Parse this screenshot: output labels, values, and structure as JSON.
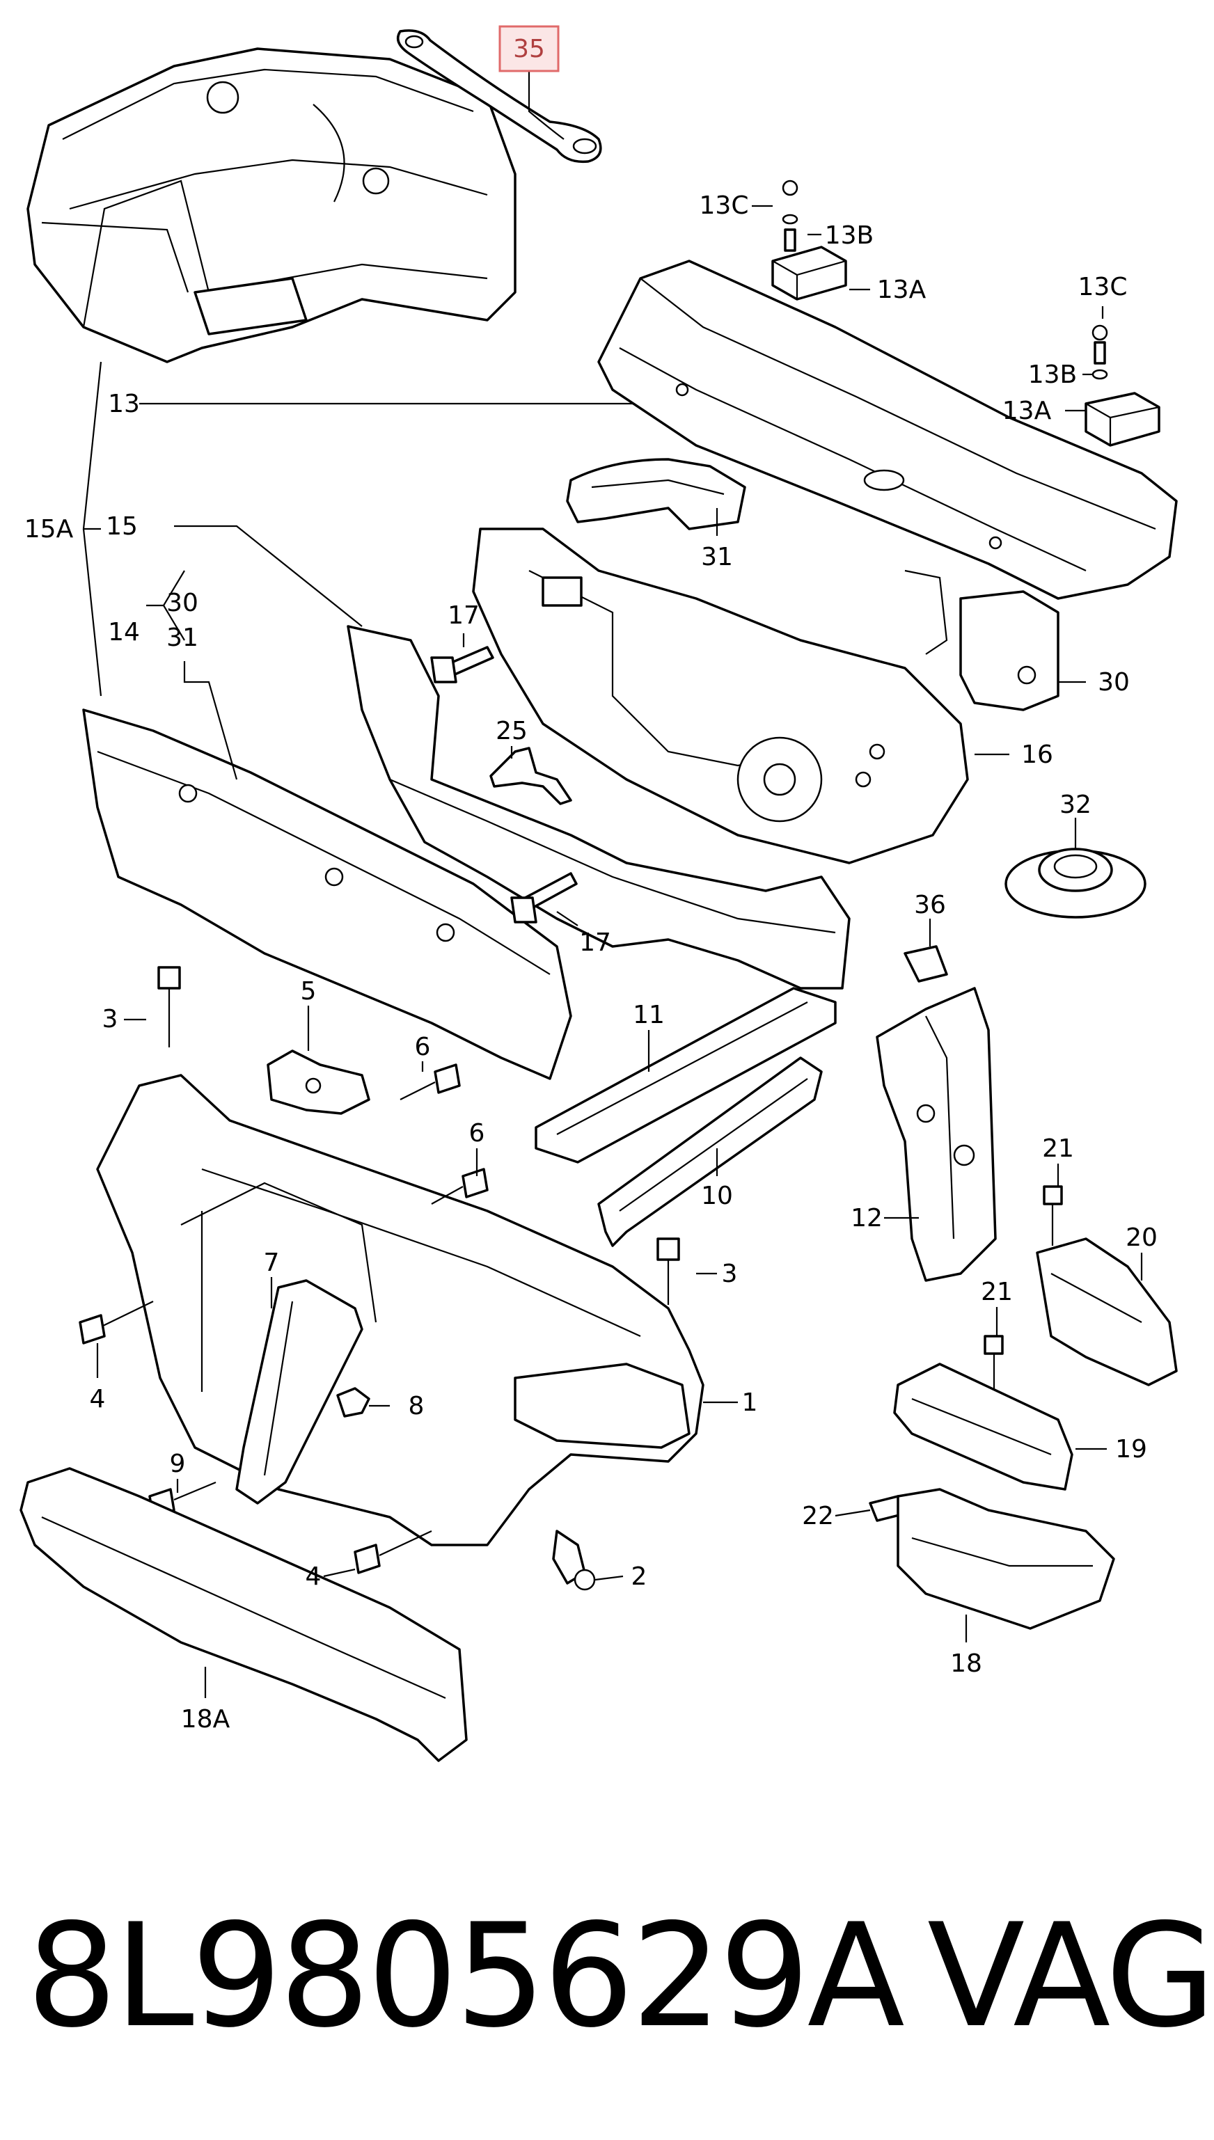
{
  "highlighted_label": "35",
  "callouts": [
    {
      "id": "c35",
      "label": "35"
    },
    {
      "id": "c13c_a",
      "label": "13C"
    },
    {
      "id": "c13b_a",
      "label": "13B"
    },
    {
      "id": "c13a_a",
      "label": "13A"
    },
    {
      "id": "c13c_b",
      "label": "13C"
    },
    {
      "id": "c13b_b",
      "label": "13B"
    },
    {
      "id": "c13a_b",
      "label": "13A"
    },
    {
      "id": "c13",
      "label": "13"
    },
    {
      "id": "c15a",
      "label": "15A"
    },
    {
      "id": "c15",
      "label": "15"
    },
    {
      "id": "c31_a",
      "label": "31"
    },
    {
      "id": "c30_a",
      "label": "30"
    },
    {
      "id": "c14",
      "label": "14"
    },
    {
      "id": "c31_b",
      "label": "31"
    },
    {
      "id": "c17_a",
      "label": "17"
    },
    {
      "id": "c30_b",
      "label": "30"
    },
    {
      "id": "c16",
      "label": "16"
    },
    {
      "id": "c25",
      "label": "25"
    },
    {
      "id": "c32",
      "label": "32"
    },
    {
      "id": "c17_b",
      "label": "17"
    },
    {
      "id": "c36",
      "label": "36"
    },
    {
      "id": "c3_a",
      "label": "3"
    },
    {
      "id": "c5",
      "label": "5"
    },
    {
      "id": "c6_a",
      "label": "6"
    },
    {
      "id": "c11",
      "label": "11"
    },
    {
      "id": "c6_b",
      "label": "6"
    },
    {
      "id": "c21_a",
      "label": "21"
    },
    {
      "id": "c10",
      "label": "10"
    },
    {
      "id": "c12",
      "label": "12"
    },
    {
      "id": "c20",
      "label": "20"
    },
    {
      "id": "c7",
      "label": "7"
    },
    {
      "id": "c3_b",
      "label": "3"
    },
    {
      "id": "c21_b",
      "label": "21"
    },
    {
      "id": "c4_a",
      "label": "4"
    },
    {
      "id": "c8",
      "label": "8"
    },
    {
      "id": "c1",
      "label": "1"
    },
    {
      "id": "c19",
      "label": "19"
    },
    {
      "id": "c9",
      "label": "9"
    },
    {
      "id": "c22",
      "label": "22"
    },
    {
      "id": "c4_b",
      "label": "4"
    },
    {
      "id": "c2",
      "label": "2"
    },
    {
      "id": "c18",
      "label": "18"
    },
    {
      "id": "c18a",
      "label": "18A"
    }
  ],
  "footer": {
    "part_number": "8L9805629A",
    "brand": "VAG"
  },
  "colors": {
    "line": "#000000",
    "highlight_box_stroke": "#e06a6a",
    "highlight_box_fill": "#fbe6e6",
    "highlight_text": "#b04040"
  }
}
